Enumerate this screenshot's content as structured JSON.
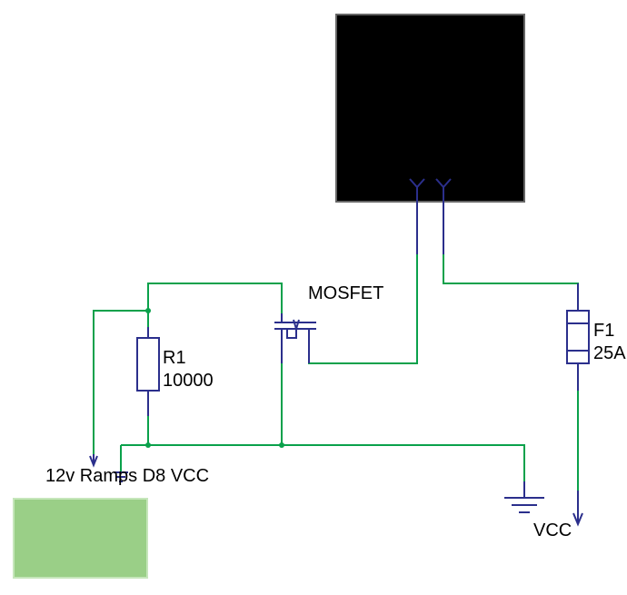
{
  "components": {
    "mosfet": {
      "label": "MOSFET"
    },
    "r1": {
      "designator": "R1",
      "value": "10000"
    },
    "f1": {
      "designator": "F1",
      "value": "25A"
    },
    "net_label_left": {
      "text": "12v Ramps D8 VCC"
    },
    "net_label_vcc": {
      "text": "VCC"
    }
  },
  "colors": {
    "wire": "#0aa14b",
    "symbol": "#2b2f8c",
    "load_block": "#000000",
    "breadboard": "#9acf87"
  }
}
